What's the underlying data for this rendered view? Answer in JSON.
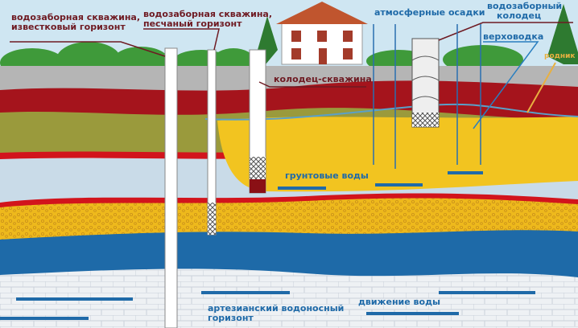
{
  "labels": {
    "limestone_well": [
      "водозаборная скважина,",
      "известковый горизонт"
    ],
    "sand_well": [
      "водозаборная скважина,",
      "песчаный горизонт"
    ],
    "well_borehole": "колодец-скважина",
    "precipitation": "атмосферные осадки",
    "intake_well": [
      "водозаборный",
      "колодец"
    ],
    "perched_water": "верховодка",
    "spring": "родник",
    "groundwater": "грунтовые воды",
    "artesian": [
      "артезианский водоносный",
      "горизонт"
    ],
    "water_movement": "движение воды"
  },
  "colors": {
    "sky": "#cfe6f2",
    "soil_gray": "#b5b5b5",
    "clay_red": "#a5141c",
    "loam_olive": "#9a9a3c",
    "groundwater_yellow": "#f2c420",
    "sand_yellow": "#f0c020",
    "aquifer_blue": "#1e6aa8",
    "limestone": "#eef1f4",
    "label_dark": "#6e1a22",
    "label_blue": "#1f6aa8"
  }
}
